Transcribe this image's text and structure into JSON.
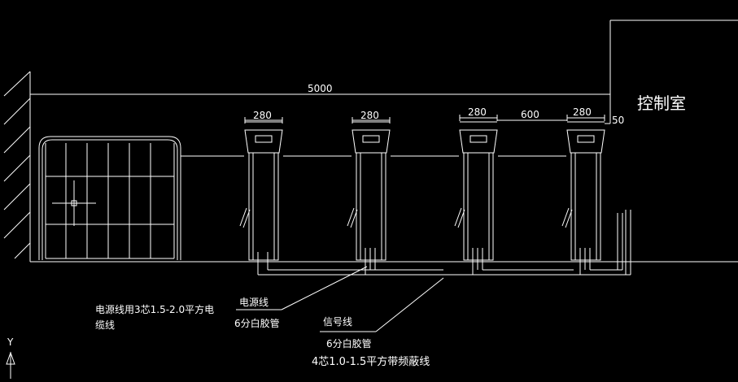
{
  "drawing": {
    "overall_dimension": "5000",
    "gate_widths": [
      "280",
      "280",
      "280",
      "280"
    ],
    "lane_width": "600",
    "offset_dimension": "50",
    "room_label": "控制室",
    "notes": {
      "power_cable_spec": "电源线用3芯1.5-2.0平方电",
      "power_cable_spec_line2": "缆线",
      "power_line": "电源线",
      "power_pipe": "6分白胶管",
      "signal_line": "信号线",
      "signal_pipe": "6分白胶管",
      "signal_cable_spec": "4芯1.0-1.5平方带频蔽线"
    },
    "axis_label": "Y"
  }
}
